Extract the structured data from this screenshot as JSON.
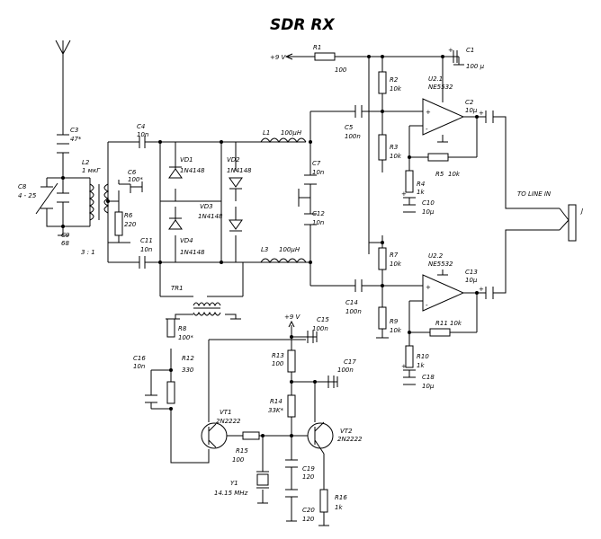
{
  "title": "SDR RX",
  "supply": "+9 V",
  "output_label": "TO LINE IN",
  "jack_label": "J",
  "ratio": "3 : 1",
  "components": {
    "R1": {
      "ref": "R1",
      "value": "100"
    },
    "C1": {
      "ref": "C1",
      "value": "100 µ"
    },
    "R2": {
      "ref": "R2",
      "value": "10k"
    },
    "R3": {
      "ref": "R3",
      "value": "10k"
    },
    "U21": {
      "ref": "U2.1",
      "value": "NE5532"
    },
    "C2": {
      "ref": "C2",
      "value": "10µ"
    },
    "R5": {
      "ref": "R5",
      "value": "10k"
    },
    "R4": {
      "ref": "R4",
      "value": "1k"
    },
    "C10": {
      "ref": "C10",
      "value": "10µ"
    },
    "C3": {
      "ref": "C3",
      "value": "47*"
    },
    "C4": {
      "ref": "C4",
      "value": "10n"
    },
    "L1": {
      "ref": "L1",
      "value": "100µH"
    },
    "C5": {
      "ref": "C5",
      "value": "100n"
    },
    "L2": {
      "ref": "L2",
      "value": "1 мкГ"
    },
    "C6": {
      "ref": "C6",
      "value": "100*"
    },
    "VD1": {
      "ref": "VD1",
      "value": "1N4148"
    },
    "VD2": {
      "ref": "VD2",
      "value": "1N4148"
    },
    "VD3": {
      "ref": "VD3",
      "value": "1N4148"
    },
    "VD4": {
      "ref": "VD4",
      "value": "1N4148"
    },
    "C7": {
      "ref": "C7",
      "value": "10n"
    },
    "C12": {
      "ref": "C12",
      "value": "10n"
    },
    "C8": {
      "ref": "C8",
      "value": "4 - 25"
    },
    "C9": {
      "ref": "C9",
      "value": "68"
    },
    "R6": {
      "ref": "R6",
      "value": "220"
    },
    "C11": {
      "ref": "C11",
      "value": "10n"
    },
    "L3": {
      "ref": "L3",
      "value": "100µH"
    },
    "U22": {
      "ref": "U2.2",
      "value": "NE5532"
    },
    "C13": {
      "ref": "C13",
      "value": "10µ"
    },
    "R7": {
      "ref": "R7",
      "value": "10k"
    },
    "C14": {
      "ref": "C14",
      "value": "100n"
    },
    "R9": {
      "ref": "R9",
      "value": "10k"
    },
    "R11": {
      "ref": "R11",
      "value": "10k"
    },
    "R10": {
      "ref": "R10",
      "value": "1k"
    },
    "C18": {
      "ref": "C18",
      "value": "10µ"
    },
    "TR1": {
      "ref": "TR1",
      "value": ""
    },
    "R8": {
      "ref": "R8",
      "value": "100*"
    },
    "C15": {
      "ref": "C15",
      "value": "100n"
    },
    "C16": {
      "ref": "C16",
      "value": "10n"
    },
    "R12": {
      "ref": "R12",
      "value": "330"
    },
    "R13": {
      "ref": "R13",
      "value": "100"
    },
    "C17": {
      "ref": "C17",
      "value": "100n"
    },
    "R14": {
      "ref": "R14",
      "value": "33K*"
    },
    "VT1": {
      "ref": "VT1",
      "value": "2N2222"
    },
    "VT2": {
      "ref": "VT2",
      "value": "2N2222"
    },
    "R15": {
      "ref": "R15",
      "value": "100"
    },
    "Y1": {
      "ref": "Y1",
      "value": "14.15 MHz"
    },
    "C19": {
      "ref": "C19",
      "value": "120"
    },
    "C20": {
      "ref": "C20",
      "value": "120"
    },
    "R16": {
      "ref": "R16",
      "value": "1k"
    }
  }
}
